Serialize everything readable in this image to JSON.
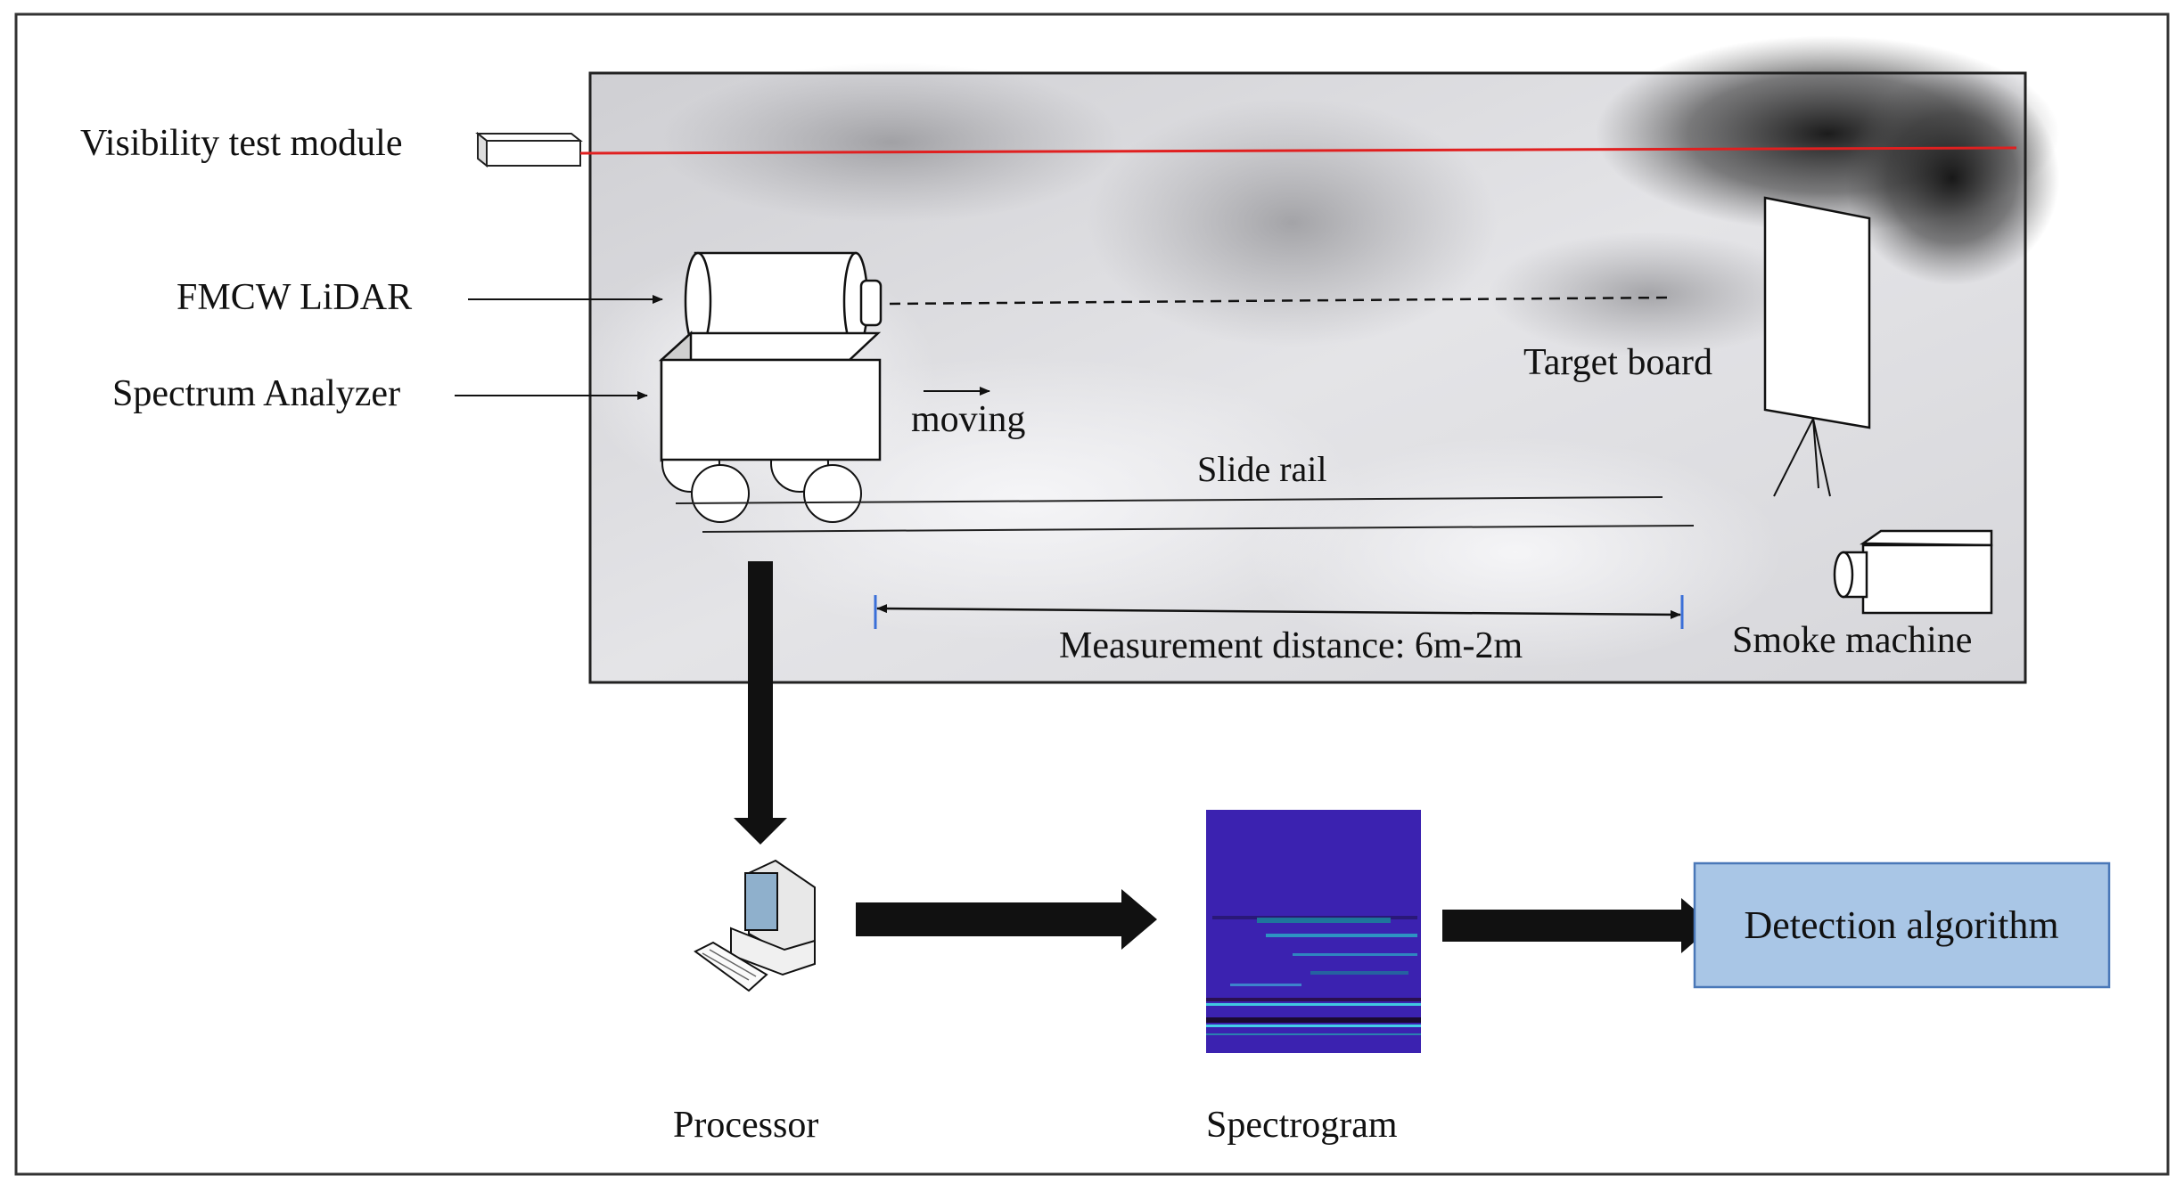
{
  "labels": {
    "visibility_test_module": "Visibility test module",
    "fmcw_lidar": "FMCW LiDAR",
    "spectrum_analyzer": "Spectrum Analyzer",
    "moving": "moving",
    "slide_rail": "Slide rail",
    "target_board": "Target board",
    "measurement_distance": "Measurement distance: 6m-2m",
    "smoke_machine": "Smoke machine",
    "processor": "Processor",
    "spectrogram": "Spectrogram",
    "detection_algorithm": "Detection algorithm"
  },
  "colors": {
    "laser_beam": "#e02020",
    "detection_box_fill": "#a9c6e6",
    "detection_box_border": "#4a78b8",
    "spectrogram_background": "#3b22b0",
    "distance_markers": "#3a6fd8",
    "smoke_light": "#e6e6e9",
    "smoke_dark": "#222222"
  },
  "icons": {
    "processor": "desktop-computer-icon",
    "smoke_machine": "smoke-machine-icon",
    "visibility_module": "sensor-box-icon"
  }
}
